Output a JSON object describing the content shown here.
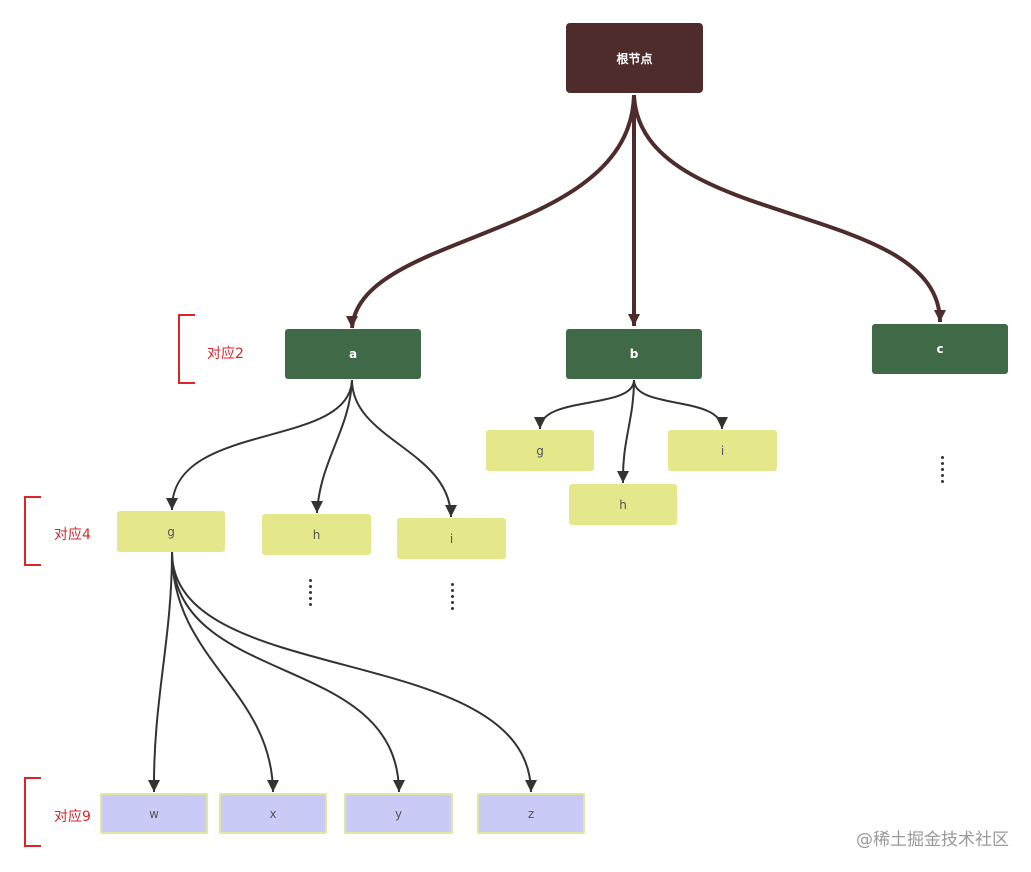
{
  "tree": {
    "root": {
      "label": "根节点"
    },
    "level1": [
      {
        "label": "a"
      },
      {
        "label": "b"
      },
      {
        "label": "c"
      }
    ],
    "a_children": [
      {
        "label": "g"
      },
      {
        "label": "h"
      },
      {
        "label": "i"
      }
    ],
    "b_children": [
      {
        "label": "g"
      },
      {
        "label": "h"
      },
      {
        "label": "i"
      }
    ],
    "g_children": [
      {
        "label": "w"
      },
      {
        "label": "x"
      },
      {
        "label": "y"
      },
      {
        "label": "z"
      }
    ]
  },
  "annotations": {
    "level1": "对应2",
    "level2": "对应4",
    "level3": "对应9"
  },
  "watermark": "@稀土掘金技术社区",
  "colors": {
    "root": "#4e2c2c",
    "level1": "#3f6947",
    "level2": "#e5e88a",
    "level3": "#cacaf7",
    "annotation": "#d9262a"
  }
}
